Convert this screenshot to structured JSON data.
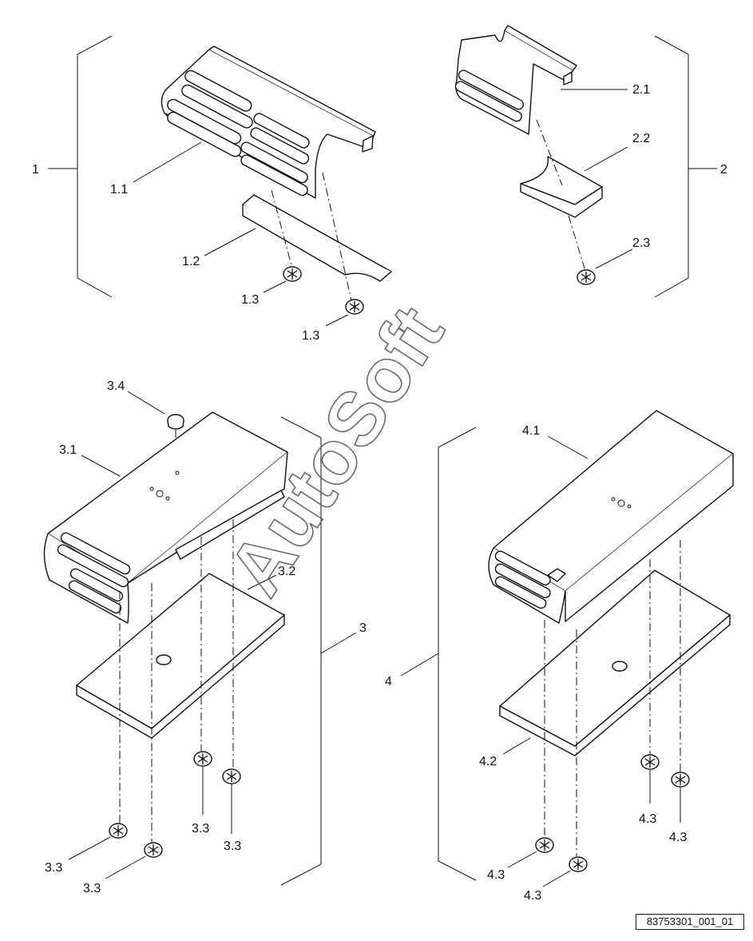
{
  "figure_ref": "83753301_001_01",
  "watermark": "AutoSoft",
  "groups": [
    {
      "id": "1",
      "parts": [
        {
          "label": "1.1",
          "kind": "bracket-cover-with-vents"
        },
        {
          "label": "1.2",
          "kind": "pad"
        },
        {
          "label": "1.3",
          "kind": "push-rivet"
        },
        {
          "label": "1.3",
          "kind": "push-rivet"
        }
      ]
    },
    {
      "id": "2",
      "parts": [
        {
          "label": "2.1",
          "kind": "bracket-cover-with-vents"
        },
        {
          "label": "2.2",
          "kind": "pad"
        },
        {
          "label": "2.3",
          "kind": "push-rivet"
        }
      ]
    },
    {
      "id": "3",
      "parts": [
        {
          "label": "3.1",
          "kind": "armrest-cover"
        },
        {
          "label": "3.2",
          "kind": "base-plate"
        },
        {
          "label": "3.3",
          "kind": "push-rivet"
        },
        {
          "label": "3.3",
          "kind": "push-rivet"
        },
        {
          "label": "3.3",
          "kind": "push-rivet"
        },
        {
          "label": "3.3",
          "kind": "push-rivet"
        },
        {
          "label": "3.4",
          "kind": "plug"
        }
      ]
    },
    {
      "id": "4",
      "parts": [
        {
          "label": "4.1",
          "kind": "armrest-cover"
        },
        {
          "label": "4.2",
          "kind": "base-plate"
        },
        {
          "label": "4.3",
          "kind": "push-rivet"
        },
        {
          "label": "4.3",
          "kind": "push-rivet"
        },
        {
          "label": "4.3",
          "kind": "push-rivet"
        },
        {
          "label": "4.3",
          "kind": "push-rivet"
        }
      ]
    }
  ],
  "icons": {
    "rivet": "push-rivet-icon",
    "plug": "plug-icon"
  }
}
